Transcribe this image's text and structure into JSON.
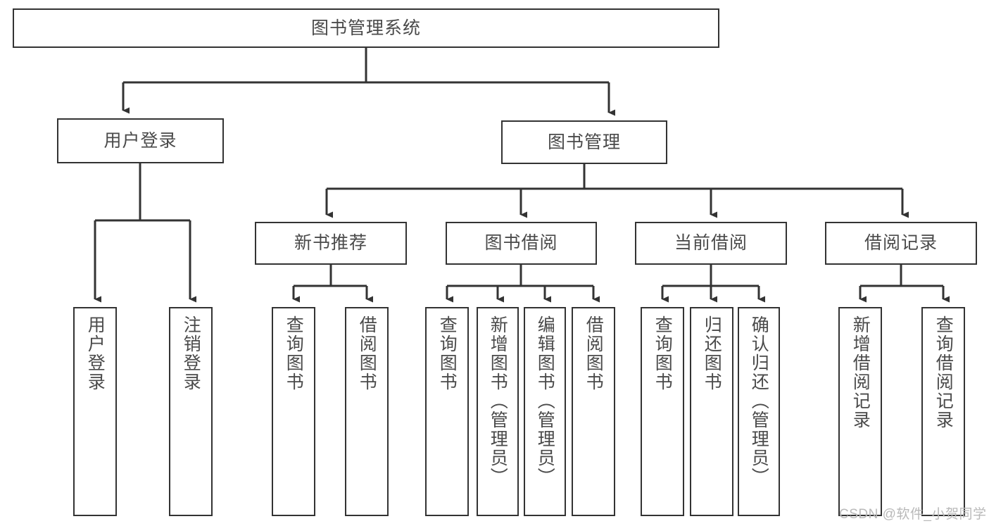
{
  "diagram": {
    "title": "图书管理系统",
    "watermark": "CSDN @软件_小贺同学",
    "stroke_color": "#333333",
    "text_color": "#4a4a4a",
    "background_color": "#ffffff",
    "nodes": {
      "root": {
        "label": "图书管理系统"
      },
      "level2": [
        {
          "label": "用户登录"
        },
        {
          "label": "图书管理"
        }
      ],
      "level3": [
        {
          "label": "新书推荐"
        },
        {
          "label": "图书借阅"
        },
        {
          "label": "当前借阅"
        },
        {
          "label": "借阅记录"
        }
      ],
      "leaves": {
        "user_login": [
          {
            "label": "用户登录"
          },
          {
            "label": "注销登录"
          }
        ],
        "new_book": [
          {
            "label": "查询图书"
          },
          {
            "label": "借阅图书"
          }
        ],
        "book_borrow": [
          {
            "label": "查询图书"
          },
          {
            "label": "新增图书（管理员）"
          },
          {
            "label": "编辑图书（管理员）"
          },
          {
            "label": "借阅图书"
          }
        ],
        "current_borrow": [
          {
            "label": "查询图书"
          },
          {
            "label": "归还图书"
          },
          {
            "label": "确认归还（管理员）"
          }
        ],
        "borrow_record": [
          {
            "label": "新增借阅记录"
          },
          {
            "label": "查询借阅记录"
          }
        ]
      }
    }
  }
}
